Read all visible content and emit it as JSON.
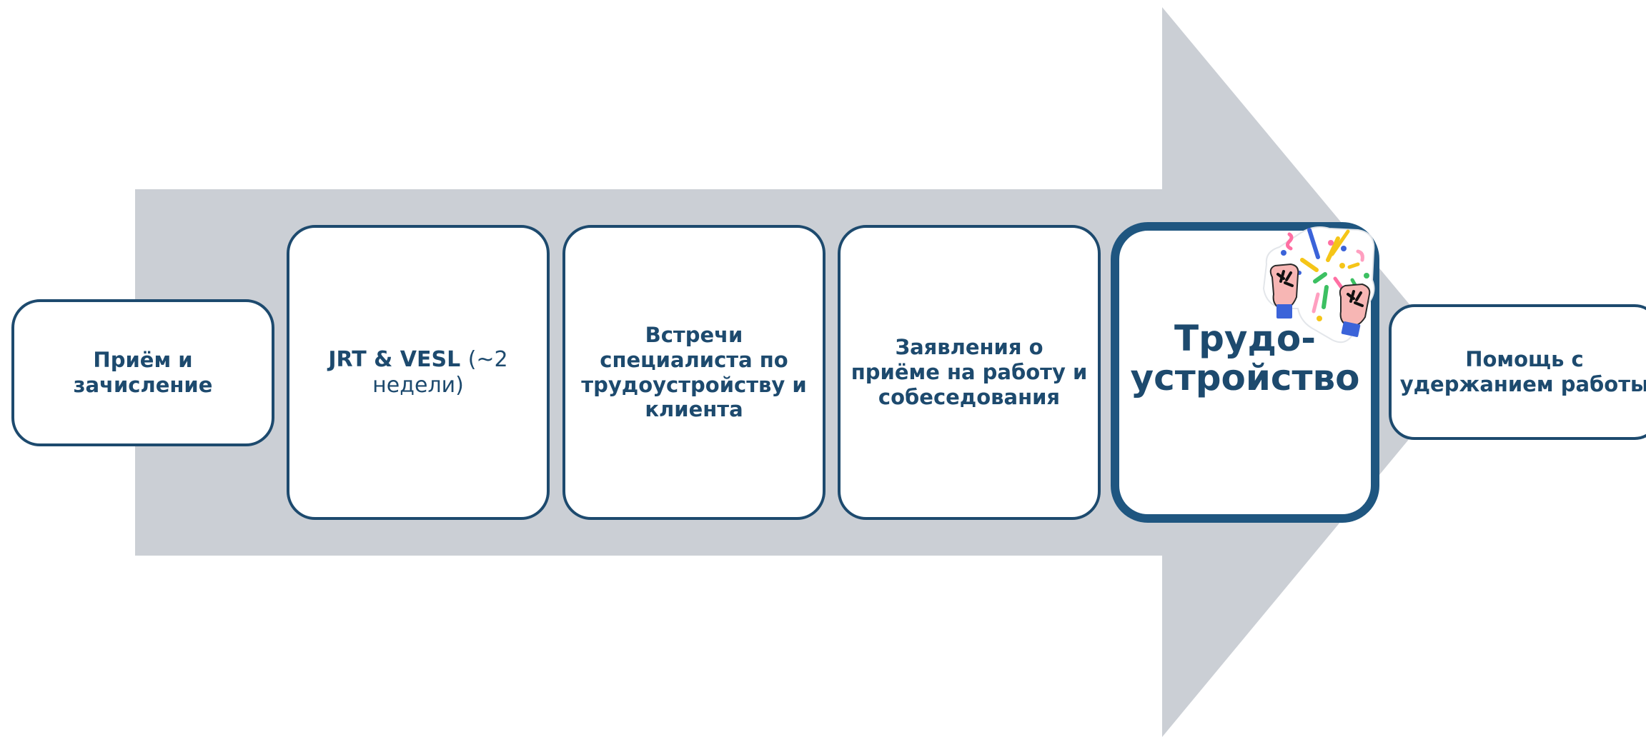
{
  "colors": {
    "arrow": "#cbcfd5",
    "border": "#1d4a6e",
    "highlight_border": "#1f5680",
    "text": "#1d4a6e"
  },
  "steps": [
    {
      "id": "intake",
      "label": "Приём и зачисление"
    },
    {
      "id": "jrt",
      "label_bold": "JRT & VESL",
      "label_light": "(~2 недели)"
    },
    {
      "id": "meetings",
      "label": "Встречи специалиста по трудоустройству и клиента"
    },
    {
      "id": "applications",
      "label": "Заявления о приёме на работу и собеседования"
    },
    {
      "id": "employment",
      "label_line1": "Трудо-",
      "label_line2": "устройство",
      "highlighted": true
    },
    {
      "id": "retention",
      "label": "Помощь с удержанием работы"
    }
  ],
  "decoration": {
    "icon": "celebration-hands-confetti-icon"
  }
}
